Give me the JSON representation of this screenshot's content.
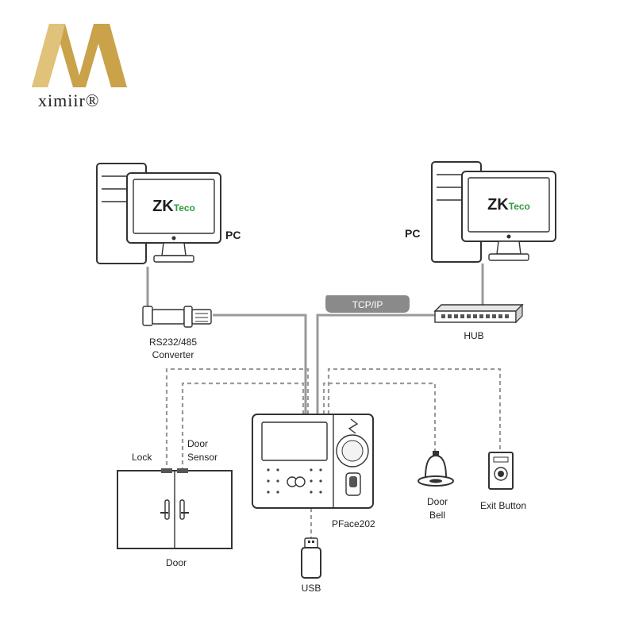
{
  "logo": {
    "text": "ximiir®",
    "colors": {
      "gold": "#c9a24a",
      "gold_dark": "#9c7a2c"
    }
  },
  "nodes": {
    "pc_left": {
      "label": "PC",
      "screen_brand": "ZKTeco"
    },
    "pc_right": {
      "label": "PC",
      "screen_brand": "ZKTeco"
    },
    "converter": {
      "label_line1": "RS232/485",
      "label_line2": "Converter"
    },
    "hub": {
      "label": "HUB"
    },
    "tcpip": {
      "label": "TCP/IP"
    },
    "lock": {
      "label": "Lock"
    },
    "door_sensor": {
      "label_line1": "Door",
      "label_line2": "Sensor"
    },
    "door": {
      "label": "Door"
    },
    "terminal": {
      "label": "PFace202"
    },
    "usb": {
      "label": "USB"
    },
    "door_bell": {
      "label_line1": "Door",
      "label_line2": "Bell"
    },
    "exit_button": {
      "label": "Exit Button"
    }
  },
  "colors": {
    "wire": "#9a9a9a",
    "outline": "#333333",
    "pill": "#8a8a8a",
    "eco_green": "#2f9b3f"
  }
}
